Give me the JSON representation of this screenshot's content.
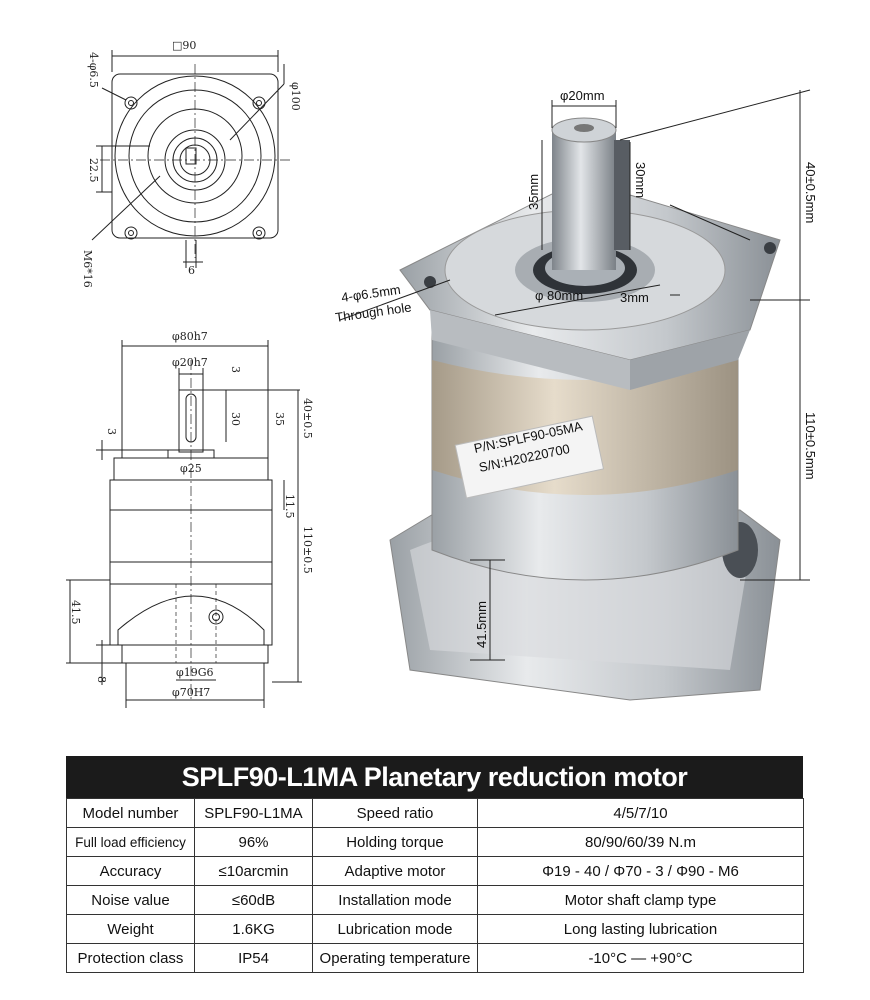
{
  "top_view": {
    "square": "□90",
    "holes": "4-φ6.5",
    "pcd": "φ100",
    "key_offset": "22.5",
    "thread": "M6*16",
    "key_width": "6"
  },
  "side_view": {
    "pilot": "φ80h7",
    "shaft": "φ20h7",
    "shoulder": "φ25",
    "key_top": "3",
    "key_len": "30",
    "shaft_len": "35",
    "flange_step": "3",
    "output_len": "40±0.5",
    "flange_thk": "11.5",
    "body_len": "110±0.5",
    "adapter_len": "41.5",
    "bore": "φ19G6",
    "pilot_in": "φ70H7",
    "bottom_step": "8"
  },
  "photo": {
    "shaft": "φ20mm",
    "shaft_len": "35mm",
    "key_len": "30mm",
    "output_len": "40±0.5mm",
    "holes_line1": "4-φ6.5mm",
    "holes_line2": "Through hole",
    "pilot": "φ 80mm",
    "step": "3mm",
    "body_len": "110±0.5mm",
    "adapter_len": "41.5mm",
    "label_pn": "P/N:SPLF90-05MA",
    "label_sn": "S/N:H20220700"
  },
  "spec": {
    "title": "SPLF90-L1MA Planetary reduction motor",
    "rows": [
      {
        "k1": "Model number",
        "v1": "SPLF90-L1MA",
        "k2": "Speed ratio",
        "v2": "4/5/7/10"
      },
      {
        "k1": "Full load efficiency",
        "v1": "96%",
        "k2": "Holding torque",
        "v2": "80/90/60/39 N.m"
      },
      {
        "k1": "Accuracy",
        "v1": "≤10arcmin",
        "k2": "Adaptive motor",
        "v2": "Φ19 - 40 / Φ70 - 3 / Φ90 - M6"
      },
      {
        "k1": "Noise value",
        "v1": "≤60dB",
        "k2": "Installation mode",
        "v2": "Motor shaft clamp type"
      },
      {
        "k1": "Weight",
        "v1": "1.6KG",
        "k2": "Lubrication mode",
        "v2": "Long lasting lubrication"
      },
      {
        "k1": "Protection class",
        "v1": "IP54",
        "k2": "Operating temperature",
        "v2": "-10°C — +90°C"
      }
    ]
  }
}
